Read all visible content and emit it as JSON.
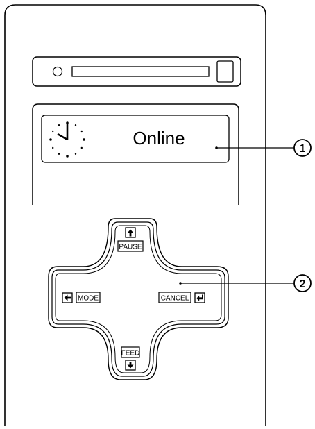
{
  "display": {
    "status_text": "Online",
    "icon": "clock-icon"
  },
  "keypad": {
    "up": {
      "label": "PAUSE",
      "icon": "arrow-up-icon"
    },
    "left": {
      "label": "MODE",
      "icon": "arrow-left-icon"
    },
    "right": {
      "label": "CANCEL",
      "icon": "enter-icon"
    },
    "down": {
      "label": "FEED",
      "icon": "arrow-down-icon"
    }
  },
  "callouts": [
    {
      "number": "1",
      "target": "display"
    },
    {
      "number": "2",
      "target": "keypad"
    }
  ]
}
